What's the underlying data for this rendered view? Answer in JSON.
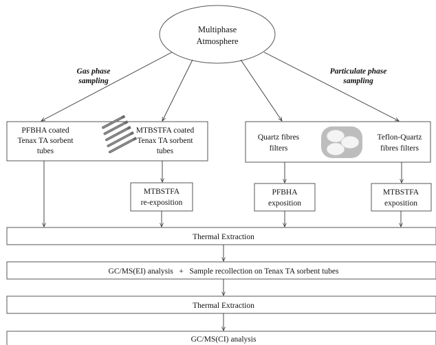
{
  "root": {
    "line1": "Multiphase",
    "line2": "Atmosphere"
  },
  "branches": {
    "gas": {
      "line1": "Gas phase",
      "line2": "sampling"
    },
    "particulate": {
      "line1": "Particulate phase",
      "line2": "sampling"
    }
  },
  "gas_box": {
    "left": {
      "line1": "PFBHA coated",
      "line2": "Tenax TA sorbent",
      "line3": "tubes"
    },
    "right": {
      "line1": "MTBSTFA coated",
      "line2": "Tenax TA sorbent",
      "line3": "tubes"
    }
  },
  "particulate_box": {
    "left": {
      "line1": "Quartz fibres",
      "line2": "filters"
    },
    "right": {
      "line1": "Teflon-Quartz",
      "line2": "fibres filters"
    }
  },
  "steps": {
    "mtbstfa_reexposition": {
      "line1": "MTBSTFA",
      "line2": "re-exposition"
    },
    "pfbha_exposition": {
      "line1": "PFBHA",
      "line2": "exposition"
    },
    "mtbstfa_exposition": {
      "line1": "MTBSTFA",
      "line2": "exposition"
    },
    "thermal_extraction_1": "Thermal Extraction",
    "gcms_ei": "GC/MS(EI) analysis   +   Sample recollection on Tenax TA sorbent tubes",
    "thermal_extraction_2": "Thermal Extraction",
    "gcms_ci": "GC/MS(CI) analysis"
  },
  "colors": {
    "stroke": "#555555",
    "text": "#111111",
    "background": "#ffffff"
  },
  "icons": {
    "tubes": "sorbent-tubes-icon",
    "filters": "filter-discs-icon"
  }
}
